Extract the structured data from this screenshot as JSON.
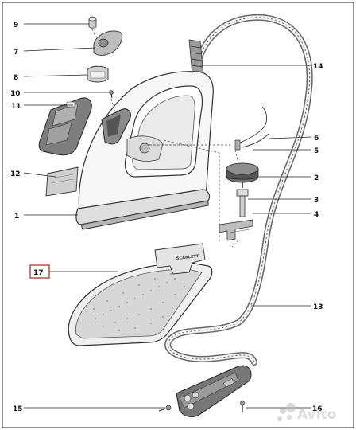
{
  "parts": [
    {
      "number": "1"
    },
    {
      "number": "2"
    },
    {
      "number": "3"
    },
    {
      "number": "4"
    },
    {
      "number": "5"
    },
    {
      "number": "6"
    },
    {
      "number": "7"
    },
    {
      "number": "8"
    },
    {
      "number": "9"
    },
    {
      "number": "10"
    },
    {
      "number": "11"
    },
    {
      "number": "12"
    },
    {
      "number": "13"
    },
    {
      "number": "14"
    },
    {
      "number": "15"
    },
    {
      "number": "16"
    },
    {
      "number": "17"
    }
  ],
  "soleplate_brand": "SCARLETT",
  "watermark": "Avito",
  "highlight_color": "#b02020"
}
